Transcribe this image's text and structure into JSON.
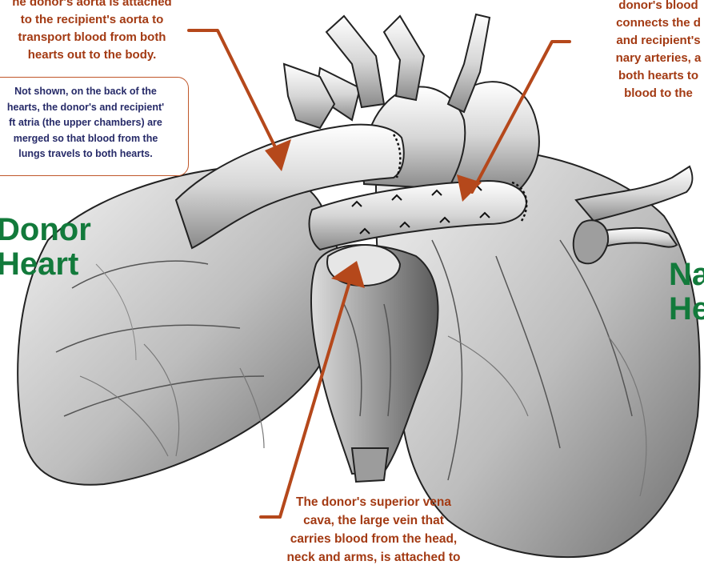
{
  "captions": {
    "aorta": [
      "he donor's aorta is attached",
      "to the recipient's aorta to",
      "transport blood from both",
      "hearts out to the body."
    ],
    "back_note": [
      "Not shown, on the back of the",
      "hearts, the donor's and recipient'",
      "ft atria (the upper chambers) are",
      "merged so that blood from the",
      "lungs travels to both hearts."
    ],
    "pulmonary_artery": [
      "donor's blood",
      "connects the d",
      "and recipient's",
      "nary arteries, a",
      "both hearts to",
      "blood to the"
    ],
    "vena_cava": [
      "The donor's superior vena",
      "cava, the large vein that",
      "carries blood from the head,",
      "neck and arms, is attached to"
    ]
  },
  "labels": {
    "donor_heart": [
      "Donor",
      "Heart"
    ],
    "native_heart": [
      "Na",
      "He"
    ]
  },
  "colors": {
    "caption_orange": "#a33a13",
    "arrow": "#b5481b",
    "note_text": "#262a68",
    "note_border": "#c0572a",
    "heart_label_green": "#127a3b",
    "sketch_ink": "#222222"
  }
}
